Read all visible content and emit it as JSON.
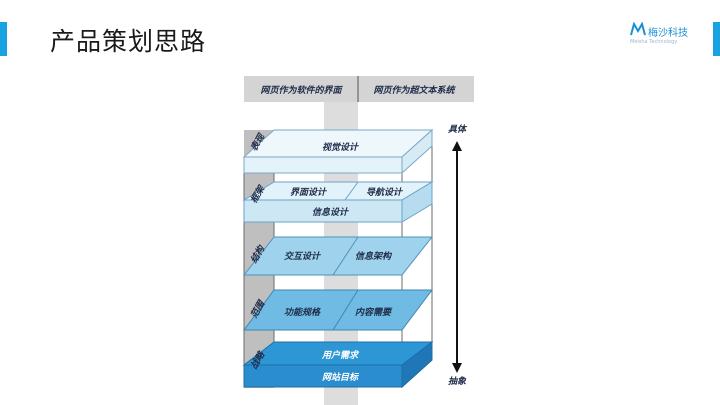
{
  "page": {
    "title": "产品策划思路"
  },
  "logo": {
    "name": "梅沙科技",
    "subtitle": "Meisha Technology",
    "color": "#1a8fd6"
  },
  "header": {
    "left": "网页作为软件的界面",
    "right": "网页作为超文本系统"
  },
  "planes": [
    {
      "name": "表现",
      "items": [
        "视觉设计"
      ],
      "color": "#eef7fb"
    },
    {
      "name": "框架",
      "items": [
        "界面设计",
        "导航设计",
        "信息设计"
      ],
      "color": "#cde8f4"
    },
    {
      "name": "结构",
      "items": [
        "交互设计",
        "信息架构"
      ],
      "color": "#9fd2ec"
    },
    {
      "name": "范围",
      "items": [
        "功能规格",
        "内容需要"
      ],
      "color": "#6fbbe3"
    },
    {
      "name": "战略",
      "items": [
        "用户需求",
        "网站目标"
      ],
      "color": "#2d97d6"
    }
  ],
  "axis": {
    "top": "具体",
    "bottom": "抽象"
  },
  "accent_color": "#18a3e0"
}
